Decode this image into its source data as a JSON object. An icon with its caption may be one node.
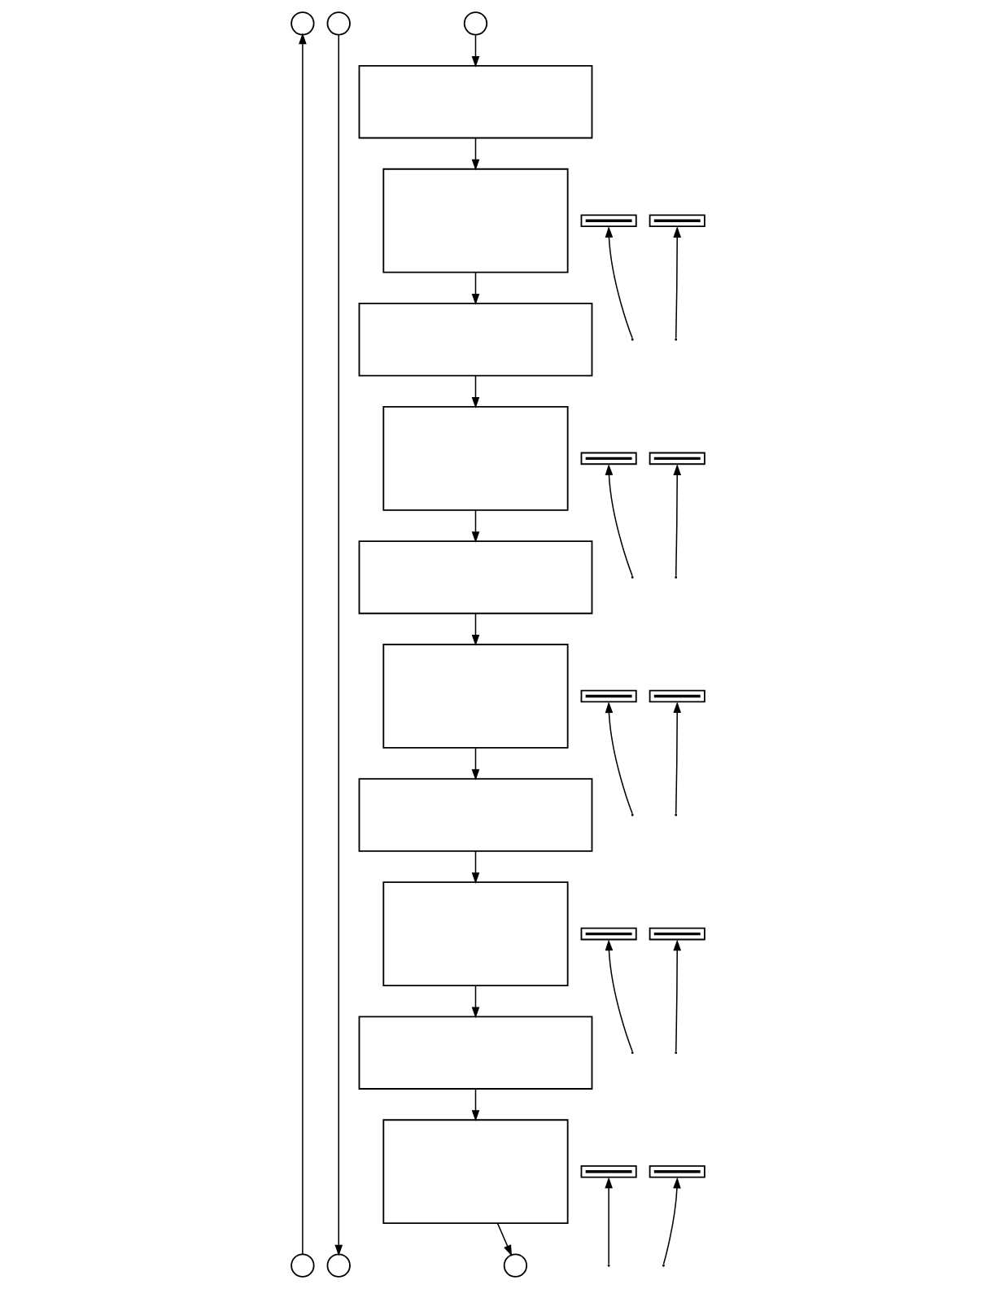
{
  "diagram": {
    "nodes": [
      {
        "text": [],
        "shape": "circle"
      },
      {
        "text": [],
        "shape": "circle"
      },
      {
        "text": [],
        "shape": "circle"
      },
      {
        "text": [],
        "shape": "box"
      },
      {
        "text": [],
        "shape": "box"
      },
      {
        "text": [],
        "shape": "bar"
      },
      {
        "text": [],
        "shape": "bar"
      },
      {
        "text": [],
        "shape": "box"
      },
      {
        "text": [],
        "shape": "box"
      },
      {
        "text": [],
        "shape": "bar"
      },
      {
        "text": [],
        "shape": "bar"
      },
      {
        "text": [],
        "shape": "box"
      },
      {
        "text": [],
        "shape": "box"
      },
      {
        "text": [],
        "shape": "bar"
      },
      {
        "text": [],
        "shape": "bar"
      },
      {
        "text": [],
        "shape": "box"
      },
      {
        "text": [],
        "shape": "box"
      },
      {
        "text": [],
        "shape": "bar"
      },
      {
        "text": [],
        "shape": "bar"
      },
      {
        "text": [],
        "shape": "box"
      },
      {
        "text": [],
        "shape": "box"
      },
      {
        "text": [],
        "shape": "bar"
      },
      {
        "text": [],
        "shape": "bar"
      },
      {
        "text": [],
        "shape": "circle"
      },
      {
        "text": [],
        "shape": "circle"
      },
      {
        "text": [],
        "shape": "circle"
      }
    ],
    "edges": [
      {
        "from": 23,
        "to": 0,
        "arrow": "to"
      },
      {
        "from": 1,
        "to": 24,
        "arrow": "to"
      },
      {
        "from": 2,
        "to": 3,
        "arrow": "to"
      },
      {
        "from": 3,
        "to": 4,
        "arrow": "to"
      },
      {
        "from": 4,
        "to": 7,
        "arrow": "to"
      },
      {
        "from": 7,
        "to": 8,
        "arrow": "to"
      },
      {
        "from": 8,
        "to": 11,
        "arrow": "to"
      },
      {
        "from": 11,
        "to": 12,
        "arrow": "to"
      },
      {
        "from": 12,
        "to": 15,
        "arrow": "to"
      },
      {
        "from": 15,
        "to": 16,
        "arrow": "to"
      },
      {
        "from": 16,
        "to": 19,
        "arrow": "to"
      },
      {
        "from": 19,
        "to": 20,
        "arrow": "to"
      },
      {
        "from": 20,
        "to": 25,
        "arrow": "to"
      },
      {
        "from": null,
        "to": 5,
        "arrow": "to"
      },
      {
        "from": null,
        "to": 6,
        "arrow": "to"
      },
      {
        "from": null,
        "to": 9,
        "arrow": "to"
      },
      {
        "from": null,
        "to": 10,
        "arrow": "to"
      },
      {
        "from": null,
        "to": 13,
        "arrow": "to"
      },
      {
        "from": null,
        "to": 14,
        "arrow": "to"
      },
      {
        "from": null,
        "to": 17,
        "arrow": "to"
      },
      {
        "from": null,
        "to": 18,
        "arrow": "to"
      },
      {
        "from": null,
        "to": 21,
        "arrow": "to"
      },
      {
        "from": null,
        "to": 22,
        "arrow": "to"
      }
    ]
  }
}
